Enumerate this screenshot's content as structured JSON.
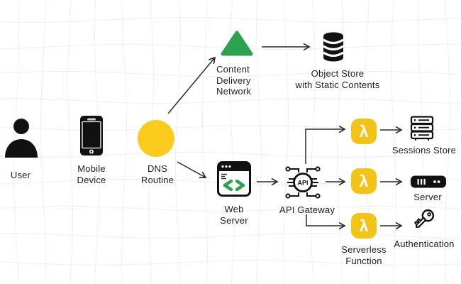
{
  "colors": {
    "accent_yellow": "#FBCB1E",
    "lambda_yellow": "#F4C318",
    "accent_green": "#2BA24F",
    "line": "#2a2a2a",
    "grid": "#efefef"
  },
  "nodes": {
    "user": {
      "label": "User"
    },
    "mobile_device": {
      "label_line1": "Mobile",
      "label_line2": "Device"
    },
    "dns_routine": {
      "label_line1": "DNS",
      "label_line2": "Routine"
    },
    "cdn": {
      "label_line1": "Content",
      "label_line2": "Delivery",
      "label_line3": "Network"
    },
    "object_store": {
      "label_line1": "Object Store",
      "label_line2": "with Static Contents"
    },
    "web_server": {
      "label_line1": "Web",
      "label_line2": "Server"
    },
    "api_gateway": {
      "label": "API Gateway",
      "icon_text": "API"
    },
    "lambda_top": {
      "glyph": "λ"
    },
    "lambda_middle": {
      "glyph": "λ"
    },
    "lambda_bottom": {
      "glyph": "λ",
      "label_line1": "Serverless",
      "label_line2": "Function"
    },
    "sessions_store": {
      "label": "Sessions Store"
    },
    "server": {
      "label": "Server"
    },
    "authentication": {
      "label": "Authentication"
    }
  },
  "edges": [
    {
      "from": "dns_routine",
      "to": "cdn"
    },
    {
      "from": "cdn",
      "to": "object_store"
    },
    {
      "from": "dns_routine",
      "to": "web_server"
    },
    {
      "from": "web_server",
      "to": "api_gateway"
    },
    {
      "from": "api_gateway",
      "to": "lambda_top"
    },
    {
      "from": "api_gateway",
      "to": "lambda_middle"
    },
    {
      "from": "api_gateway",
      "to": "lambda_bottom"
    },
    {
      "from": "lambda_top",
      "to": "sessions_store"
    },
    {
      "from": "lambda_middle",
      "to": "server"
    },
    {
      "from": "lambda_bottom",
      "to": "authentication"
    }
  ]
}
